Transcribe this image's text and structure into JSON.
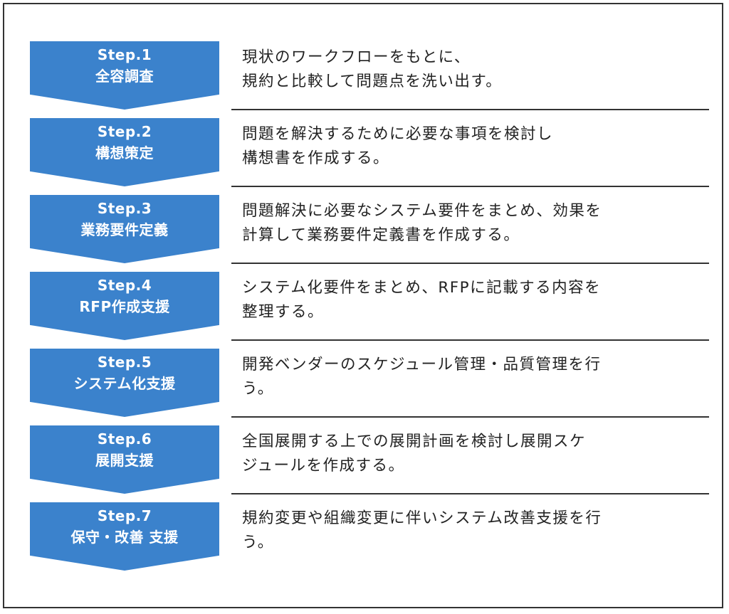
{
  "steps": [
    {
      "step": "Step.1",
      "title": "全容調査",
      "desc_line1": "現状のワークフローをもとに、",
      "desc_line2": "規約と比較して問題点を洗い出す。"
    },
    {
      "step": "Step.2",
      "title": "構想策定",
      "desc_line1": "問題を解決するために必要な事項を検討し",
      "desc_line2": "構想書を作成する。"
    },
    {
      "step": "Step.3",
      "title": "業務要件定義",
      "desc_line1": "問題解決に必要なシステム要件をまとめ、効果を",
      "desc_line2": "計算して業務要件定義書を作成する。"
    },
    {
      "step": "Step.4",
      "title": "RFP作成支援",
      "desc_line1": "システム化要件をまとめ、RFPに記載する内容を",
      "desc_line2": "整理する。"
    },
    {
      "step": "Step.5",
      "title": "システム化支援",
      "desc_line1": "開発ベンダーのスケジュール管理・品質管理を行",
      "desc_line2": "う。"
    },
    {
      "step": "Step.6",
      "title": "展開支援",
      "desc_line1": "全国展開する上での展開計画を検討し展開スケ",
      "desc_line2": "ジュールを作成する。"
    },
    {
      "step": "Step.7",
      "title": "保守・改善 支援",
      "desc_line1": "規約変更や組織変更に伴いシステム改善支援を行",
      "desc_line2": "う。"
    }
  ],
  "colors": {
    "chevron": "#3b82cc",
    "border": "#333333"
  }
}
